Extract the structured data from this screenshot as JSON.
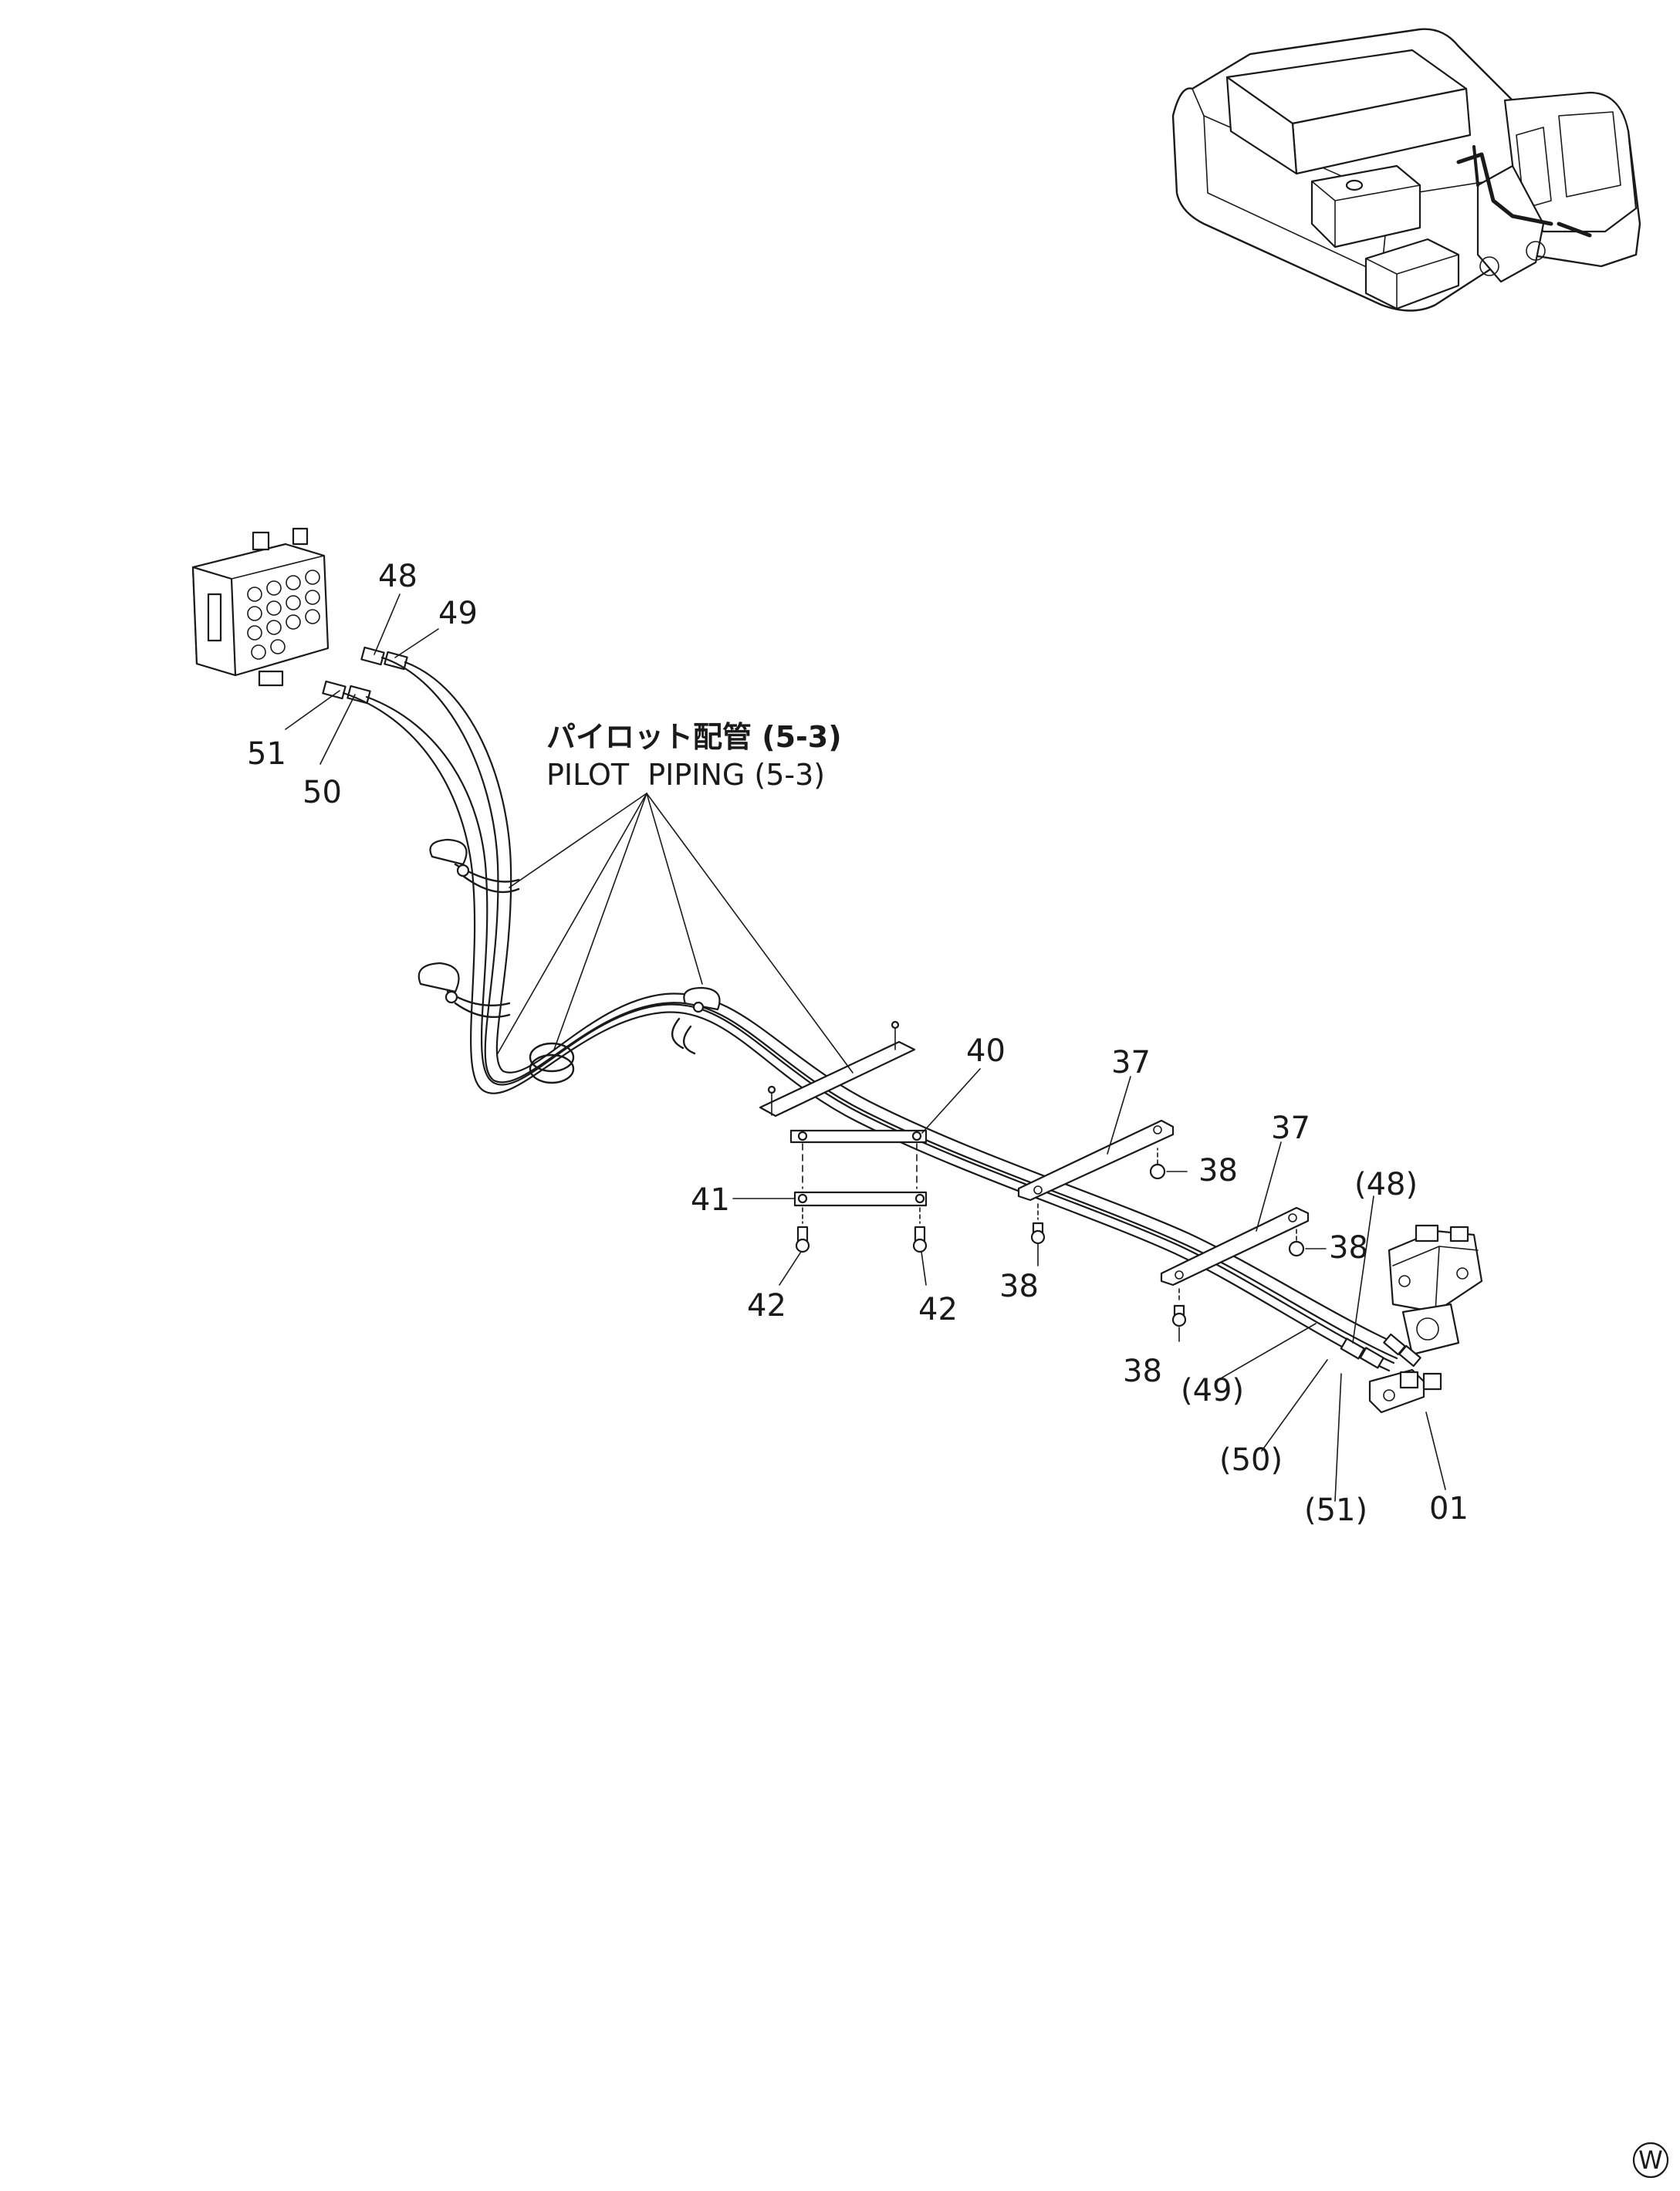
{
  "callouts": {
    "c48": "48",
    "c49": "49",
    "c50": "50",
    "c51": "51",
    "c40": "40",
    "c37a": "37",
    "c37b": "37",
    "c38a": "38",
    "c38b": "38",
    "c38c": "38",
    "c38d": "38",
    "c41": "41",
    "c42a": "42",
    "c42b": "42",
    "c48p": "(48)",
    "c49p": "(49)",
    "c50p": "(50)",
    "c51p": "(51)",
    "c01": "01"
  },
  "reference_jp": "パイロット配管 (5-3)",
  "reference_en": "PILOT  PIPING (5-3)",
  "corner_mark": "W"
}
